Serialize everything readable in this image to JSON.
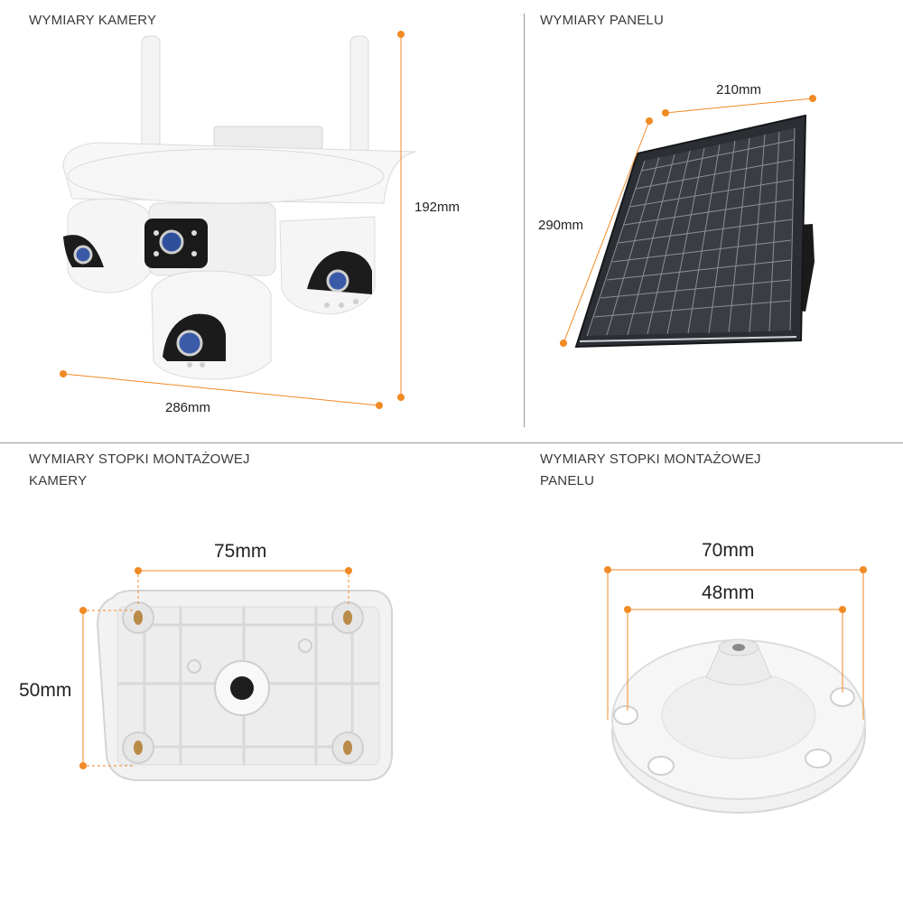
{
  "sections": {
    "camera": {
      "title": "WYMIARY KAMERY",
      "width": "286mm",
      "height": "192mm"
    },
    "panel": {
      "title": "WYMIARY PANELU",
      "width": "210mm",
      "height": "290mm"
    },
    "camera_mount": {
      "title_line1": "WYMIARY STOPKI MONTAŻOWEJ",
      "title_line2": "KAMERY",
      "width": "75mm",
      "height": "50mm"
    },
    "panel_mount": {
      "title_line1": "WYMIARY STOPKI MONTAŻOWEJ",
      "title_line2": "PANELU",
      "outer": "70mm",
      "inner": "48mm"
    }
  },
  "colors": {
    "accent": "#f08a24",
    "divider": "#9a9a9a",
    "device_white": "#f4f4f4",
    "panel_dark": "#2b2e33"
  }
}
